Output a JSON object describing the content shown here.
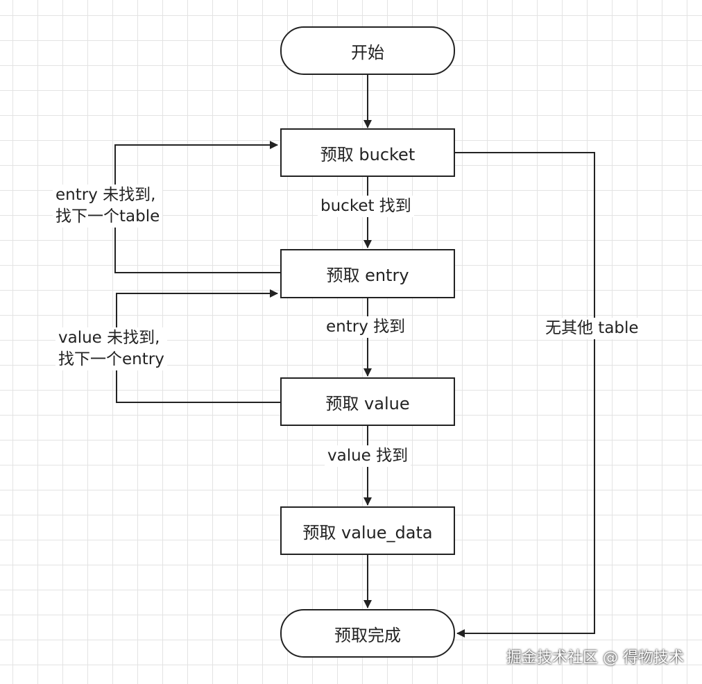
{
  "nodes": {
    "start": "开始",
    "fetch_bucket": "预取 bucket",
    "fetch_entry": "预取 entry",
    "fetch_value": "预取 value",
    "fetch_value_data": "预取 value_data",
    "done": "预取完成"
  },
  "edge_labels": {
    "bucket_found": "bucket 找到",
    "entry_found": "entry 找到",
    "value_found": "value 找到",
    "no_other_table": "无其他 table",
    "entry_not_found_line1": "entry 未找到,",
    "entry_not_found_line2": "找下一个table",
    "value_not_found_line1": "value 未找到,",
    "value_not_found_line2": "找下一个entry"
  },
  "watermark": "掘金技术社区 @ 得物技术",
  "colors": {
    "stroke": "#222222",
    "grid": "#e3e3e3",
    "background": "#ffffff"
  }
}
